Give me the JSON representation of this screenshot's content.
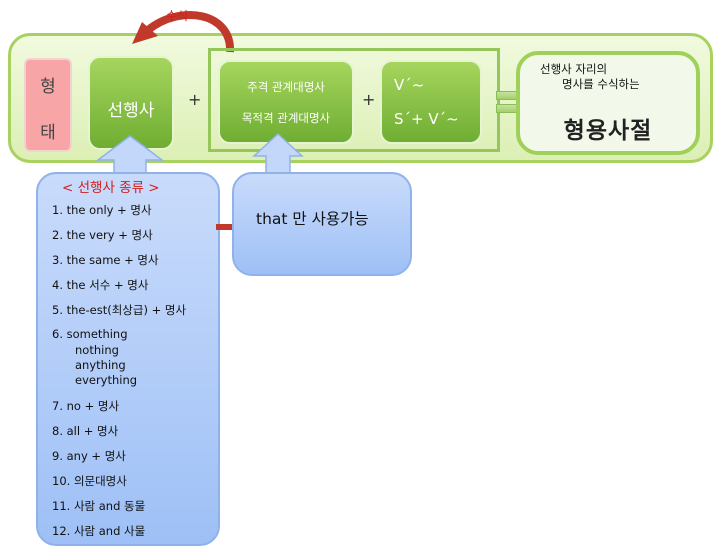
{
  "diagram": {
    "label_susik": "수식",
    "hyeong": "형",
    "tae": "태",
    "seonhaengsa": "선행사",
    "plus": "+",
    "rel_pronoun_subject": "주격 관계대명사",
    "rel_pronoun_object": "목적격 관계대명사",
    "verb_line1": "V´~",
    "verb_line2": "S´+ V´~",
    "desc_line1": "선행사 자리의",
    "desc_line2": "명사를 수식하는",
    "result": "형용사절",
    "list_title": "< 선행사 종류 >",
    "list_items": [
      "1.  the only + 명사",
      "2.  the very + 명사",
      "3.  the same + 명사",
      "4.  the 서수 + 명사",
      "5.  the-est(최상급) + 명사",
      "6.  something",
      "7.  no + 명사",
      "8.  all + 명사",
      "9.  any + 명사",
      "10. 의문대명사",
      "11.  사람 and 동물",
      "12.  사람 and 사물"
    ],
    "item6_extra": [
      "nothing",
      "anything",
      "everything"
    ],
    "that_only": "that 만 사용가능"
  },
  "colors": {
    "panel": "#dcefb4",
    "green": "#6fae32",
    "pink": "#f8a5a8",
    "blue": "#9ec0f6",
    "arrow_red": "#c0392b",
    "label_red": "#d02020"
  }
}
